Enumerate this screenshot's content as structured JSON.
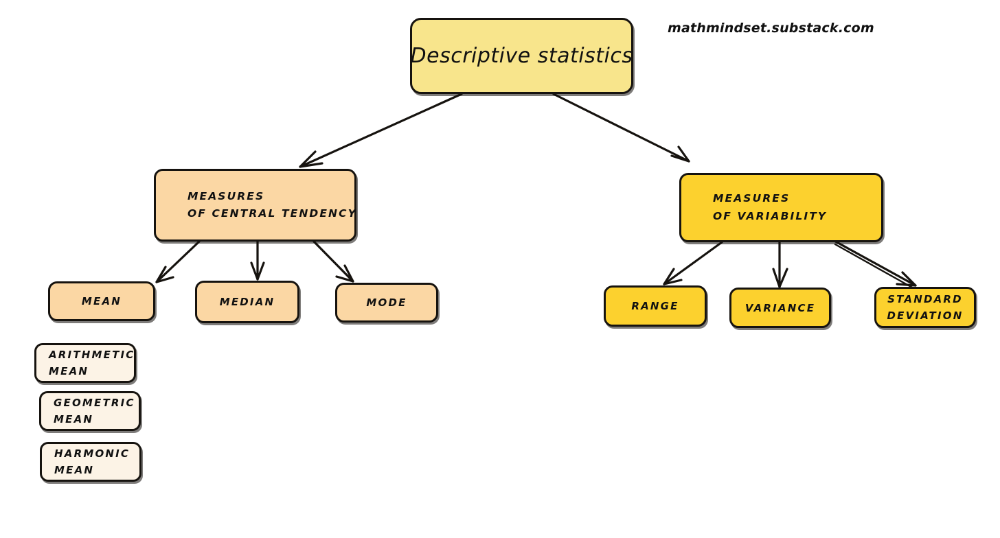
{
  "diagram": {
    "title_node": {
      "label": "Descriptive statistics",
      "fill": "#F8E58C"
    },
    "watermark": "mathmindset.substack.com",
    "branches": [
      {
        "name": "central-tendency",
        "line1": "MEASURES",
        "line2": "OF CENTRAL TENDENCY",
        "fill": "#FBD7A4",
        "children": [
          {
            "name": "mean",
            "line1": "MEAN",
            "line2": ""
          },
          {
            "name": "median",
            "line1": "MEDIAN",
            "line2": ""
          },
          {
            "name": "mode",
            "line1": "MODE",
            "line2": ""
          }
        ]
      },
      {
        "name": "variability",
        "line1": "MEASURES",
        "line2": "OF VARIABILITY",
        "fill": "#FCD12E",
        "children": [
          {
            "name": "range",
            "line1": "RANGE",
            "line2": ""
          },
          {
            "name": "variance",
            "line1": "VARIANCE",
            "line2": ""
          },
          {
            "name": "standard-deviation",
            "line1": "STANDARD",
            "line2": "DEVIATION"
          }
        ]
      }
    ],
    "detached_boxes": {
      "fill": "#FCF3E6",
      "items": [
        {
          "name": "arithmetic-mean",
          "line1": "ARITHMETIC",
          "line2": "MEAN"
        },
        {
          "name": "geometric-mean",
          "line1": "GEOMETRIC",
          "line2": "MEAN"
        },
        {
          "name": "harmonic-mean",
          "line1": "HARMONIC",
          "line2": "MEAN"
        }
      ]
    },
    "colors": {
      "stroke": "#16130f",
      "background": "#ffffff",
      "text": "#111111"
    }
  }
}
